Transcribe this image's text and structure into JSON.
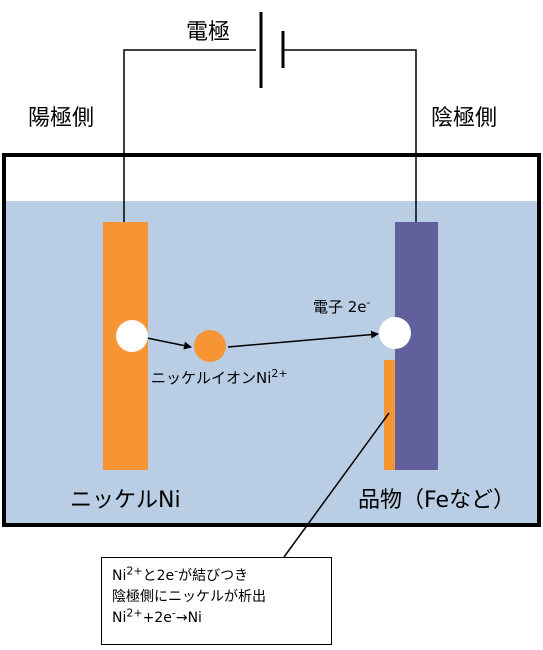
{
  "power_label": "電極",
  "anode_label": "陽極側",
  "cathode_label": "陰極側",
  "electron_label": {
    "text": "電子 2e",
    "sup": "-"
  },
  "ion_label": {
    "text": "ニッケルイオンNi",
    "sup": "2+"
  },
  "anode_material": "ニッケルNi",
  "cathode_material": "品物（Feなど）",
  "callout": {
    "line1": {
      "a": "Ni",
      "a_sup": "2+",
      "b": "と2e",
      "b_sup": "-",
      "c": "が結びつき"
    },
    "line2": "陰極側にニッケルが析出",
    "line3": {
      "a": "Ni",
      "a_sup": "2+",
      "b": "+2e",
      "b_sup": "-",
      "c": "→Ni"
    }
  },
  "colors": {
    "anode": "#f79433",
    "cathode": "#62609a",
    "solution": "#b9cde4",
    "ion": "#f79433",
    "electron": "#ffffff",
    "tank_border": "#000000"
  }
}
